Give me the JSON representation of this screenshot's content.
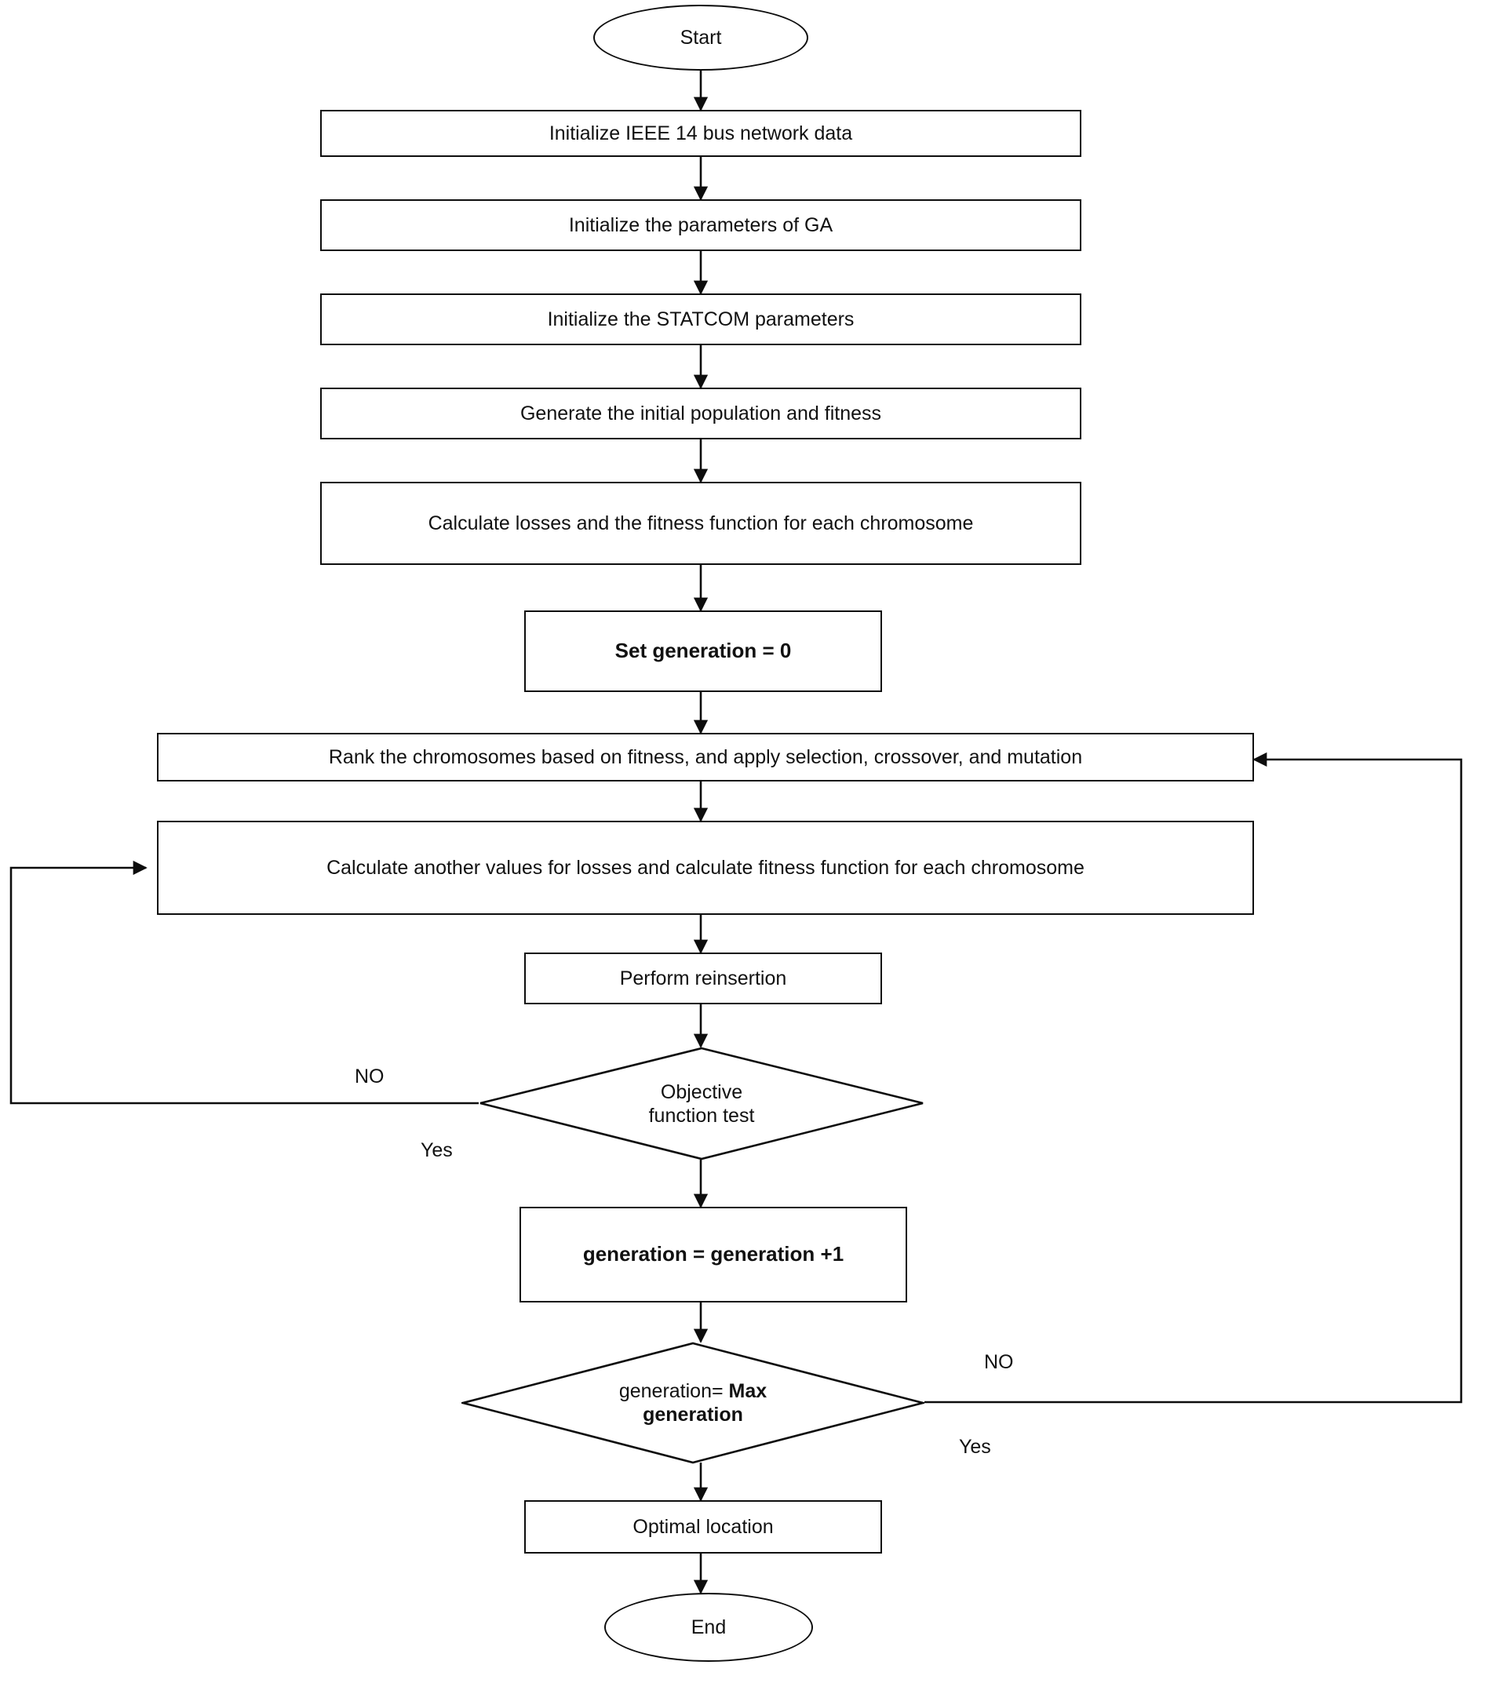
{
  "diagram": {
    "title": "Genetic Algorithm flowchart for optimal STATCOM location",
    "type": "flowchart",
    "stroke_color": "#0d0d0d",
    "text_color": "#111111",
    "background": "#ffffff",
    "nodes": [
      {
        "id": "start",
        "shape": "terminator",
        "label": "Start"
      },
      {
        "id": "init-bus",
        "shape": "process",
        "label": "Initialize IEEE 14 bus network data"
      },
      {
        "id": "init-ga",
        "shape": "process",
        "label": "Initialize the parameters of  GA"
      },
      {
        "id": "init-statcom",
        "shape": "process",
        "label": "Initialize the STATCOM  parameters"
      },
      {
        "id": "gen-pop",
        "shape": "process",
        "label": "Generate the initial population  and fitness"
      },
      {
        "id": "calc-losses",
        "shape": "process",
        "label": "Calculate losses and the fitness function for each chromosome"
      },
      {
        "id": "set-gen",
        "shape": "process",
        "label": "Set generation = 0",
        "bold": true
      },
      {
        "id": "rank",
        "shape": "process",
        "label": "Rank the chromosomes based on fitness, and apply selection, crossover,  and mutation"
      },
      {
        "id": "calc-another",
        "shape": "process",
        "label": "Calculate another values for  losses and calculate fitness function for each chromosome"
      },
      {
        "id": "reinsertion",
        "shape": "process",
        "label": "Perform  reinsertion"
      },
      {
        "id": "obj-test",
        "shape": "decision",
        "label_line1": "Objective",
        "label_line2": "function test"
      },
      {
        "id": "gen-incr",
        "shape": "process",
        "label": "generation = generation +1",
        "bold": true
      },
      {
        "id": "max-gen",
        "shape": "decision",
        "label_line1_plain": "generation= ",
        "label_line1_bold": "Max",
        "label_line2_bold": "generation"
      },
      {
        "id": "optimal",
        "shape": "process",
        "label": "Optimal location"
      },
      {
        "id": "end",
        "shape": "terminator",
        "label": "End"
      }
    ],
    "edge_labels": [
      {
        "id": "obj-no",
        "text": "NO",
        "near": "obj-test"
      },
      {
        "id": "obj-yes",
        "text": "Yes",
        "near": "obj-test"
      },
      {
        "id": "max-no",
        "text": "NO",
        "near": "max-gen"
      },
      {
        "id": "max-yes",
        "text": "Yes",
        "near": "max-gen"
      }
    ]
  }
}
